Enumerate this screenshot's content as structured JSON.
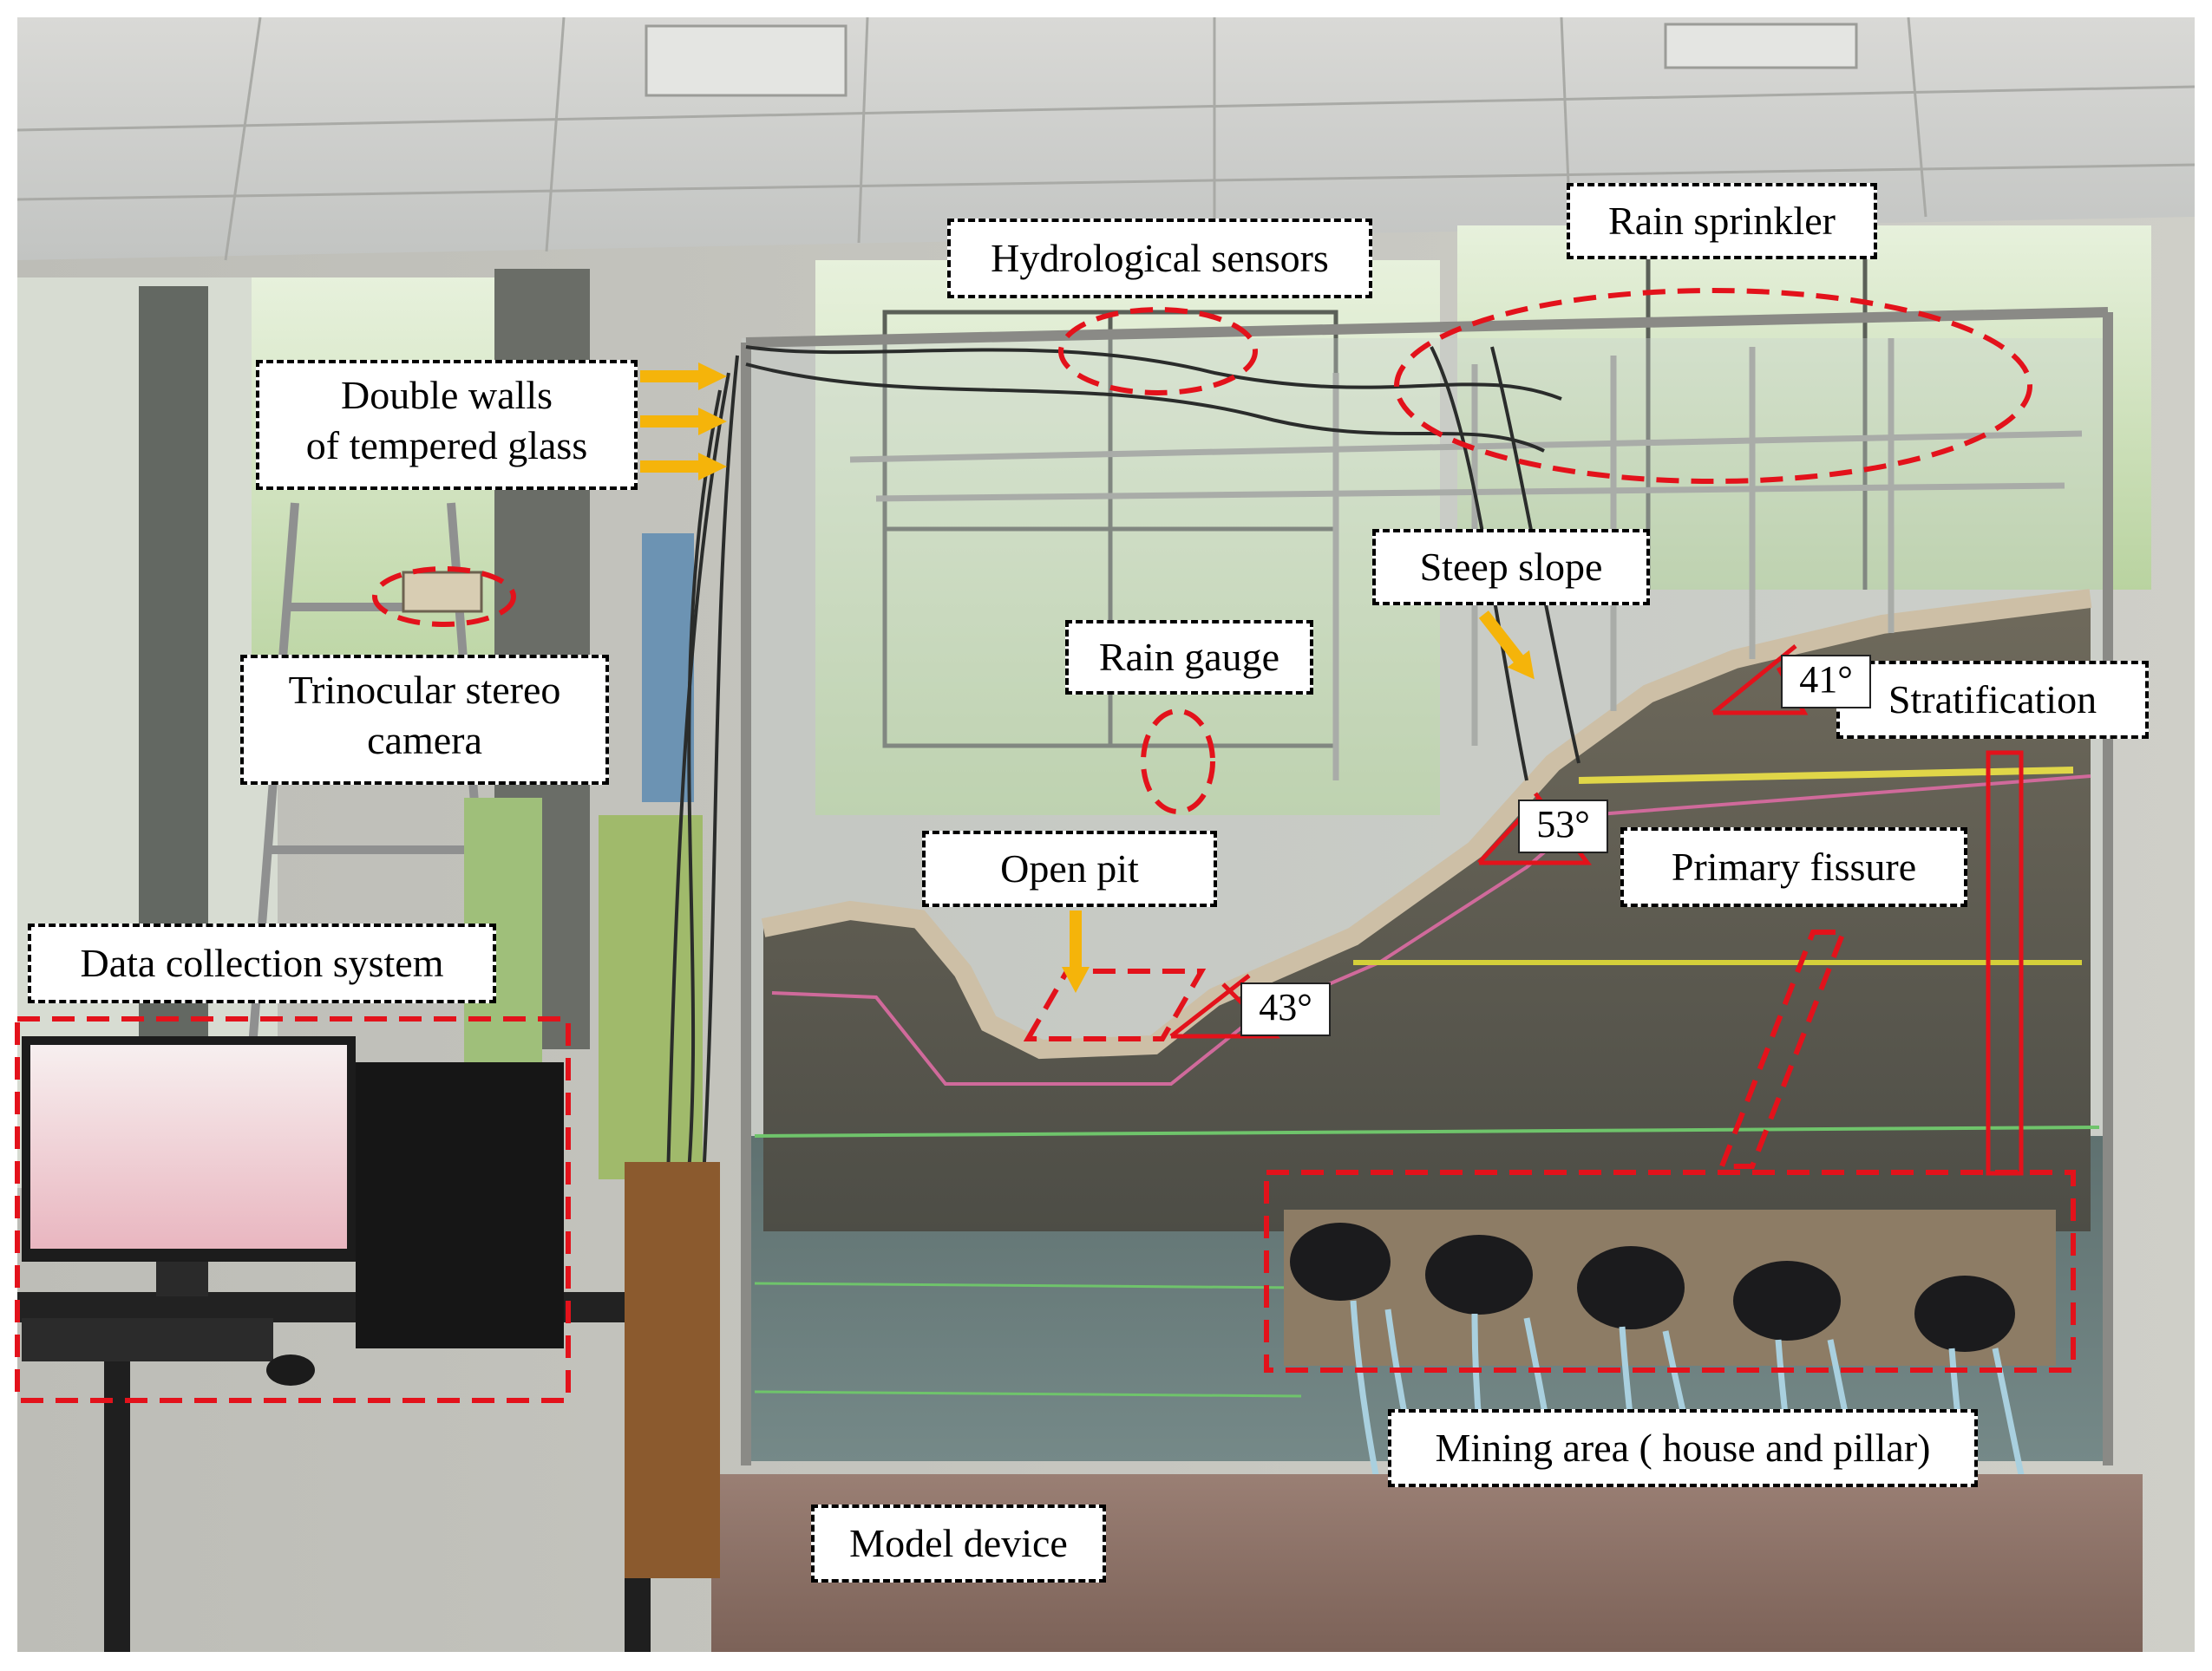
{
  "figure": {
    "labels": {
      "hydrological_sensors": "Hydrological sensors",
      "rain_sprinkler": "Rain sprinkler",
      "double_walls": "Double walls of tempered glass",
      "double_walls_line1": "Double walls",
      "double_walls_line2": "of tempered glass",
      "steep_slope": "Steep slope",
      "rain_gauge": "Rain gauge",
      "trinocular_line1": "Trinocular stereo",
      "trinocular_line2": "camera",
      "stratification": "Stratification",
      "open_pit": "Open pit",
      "primary_fissure": "Primary fissure",
      "data_collection": "Data collection system",
      "mining_area": "Mining area ( house and pillar)",
      "model_device": "Model device"
    },
    "angles": {
      "upper_slope": "41°",
      "middle_slope": "53°",
      "pit_slope": "43°"
    }
  },
  "colors": {
    "annotation_red": "#e3121b",
    "arrow_orange": "#f5b40a",
    "label_border": "#000000",
    "label_bg": "#ffffff"
  },
  "icons": {
    "callout_arrow": "orange-arrow-icon",
    "highlight_marker": "red-dashed-ellipse"
  }
}
